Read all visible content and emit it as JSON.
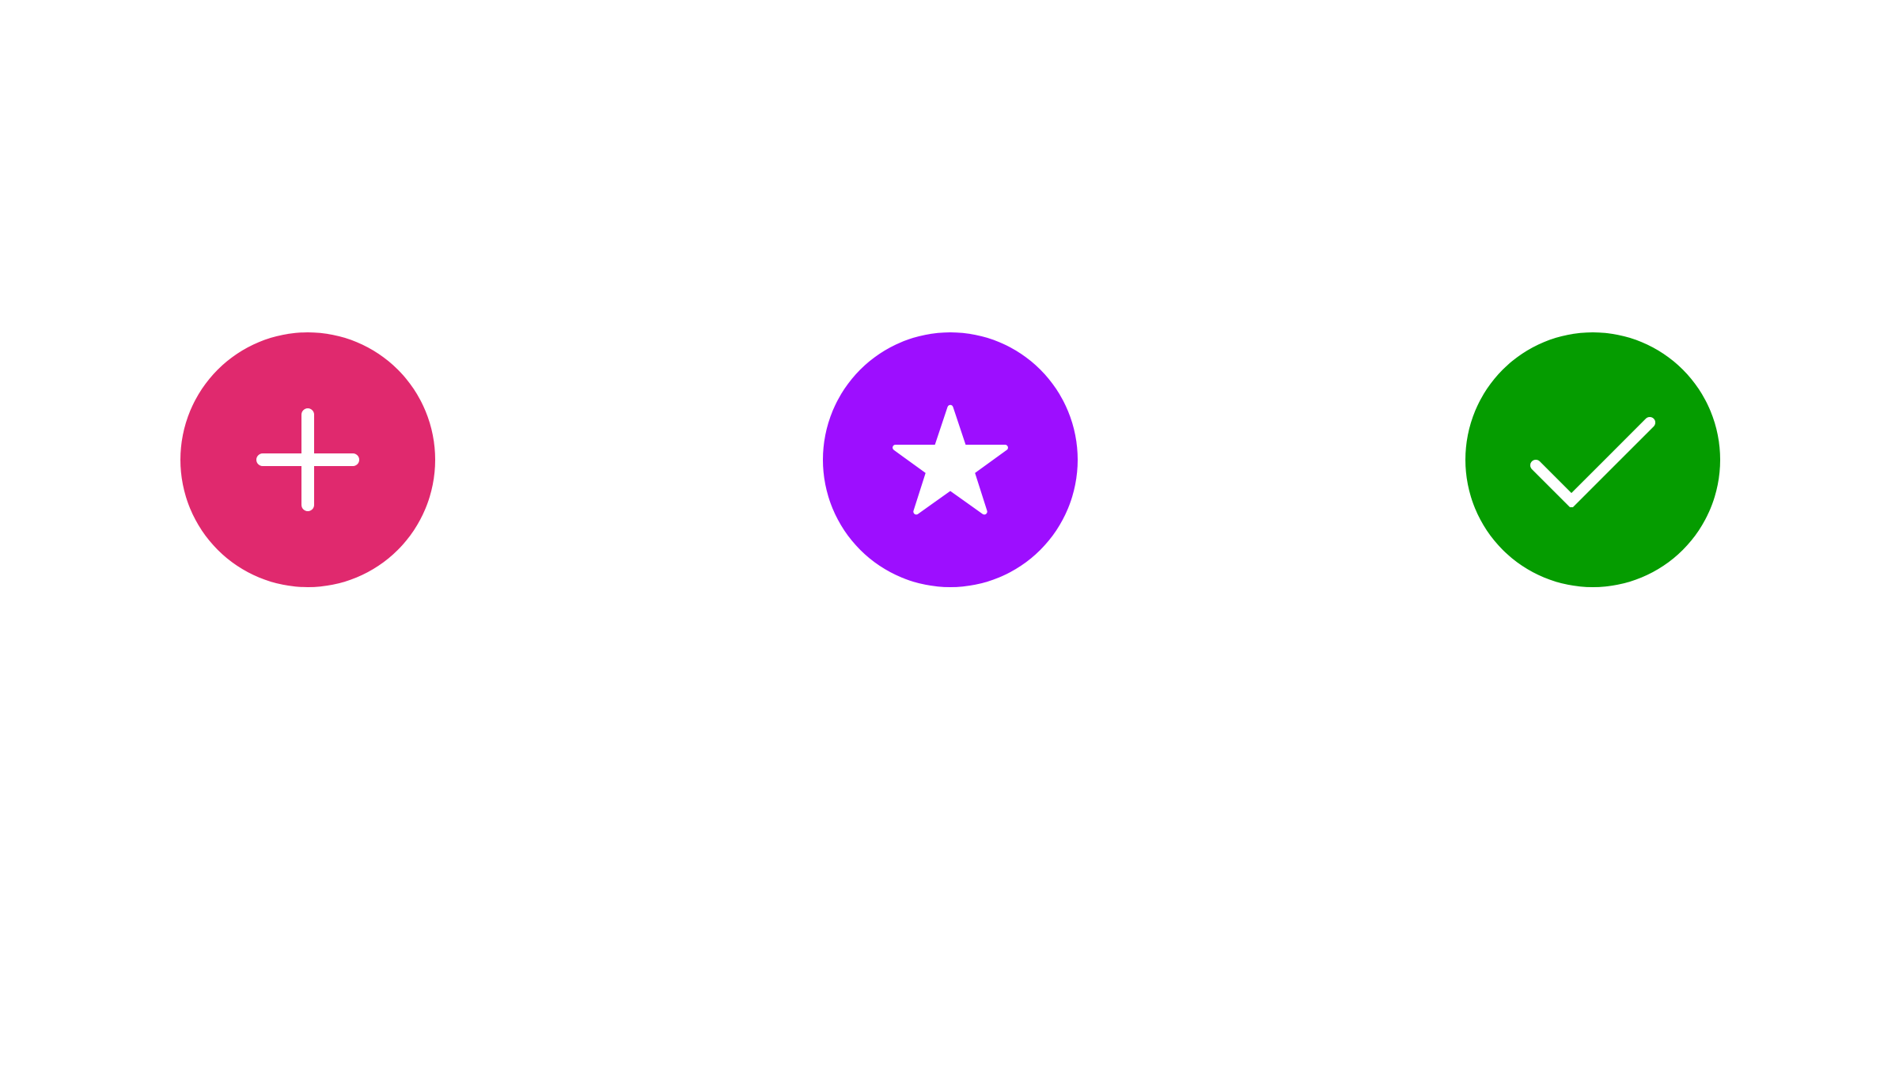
{
  "buttons": [
    {
      "id": "add",
      "icon": "plus-icon",
      "color": "#E0296E"
    },
    {
      "id": "favorite",
      "icon": "star-icon",
      "color": "#9D0EFF"
    },
    {
      "id": "confirm",
      "icon": "check-icon",
      "color": "#059C00"
    }
  ]
}
